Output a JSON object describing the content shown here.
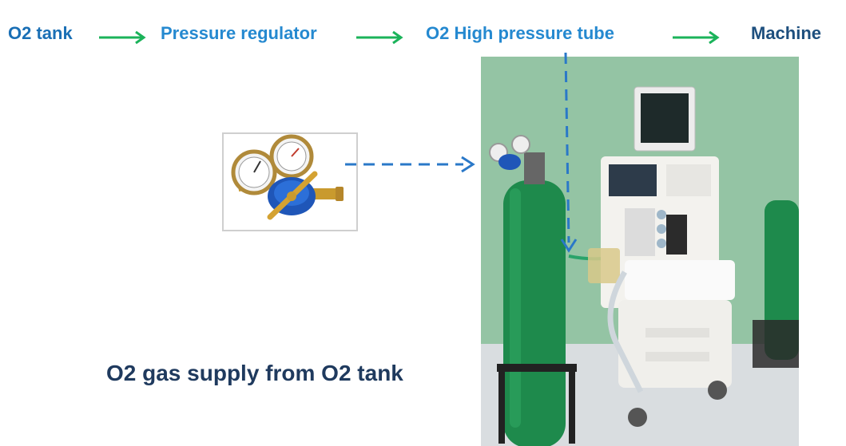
{
  "flow": {
    "steps": [
      {
        "label": "O2 tank"
      },
      {
        "label": "Pressure regulator"
      },
      {
        "label": "O2 High pressure tube"
      },
      {
        "label": "Machine"
      }
    ],
    "arrow_color": "#1bb35a",
    "dashed_arrow_color": "#2a78c8"
  },
  "caption": "O2 gas supply from O2 tank",
  "colors": {
    "step_primary": "#1a6fb5",
    "step_secondary": "#2589d0",
    "step_dark": "#1d4f7e",
    "caption": "#1f3a5e",
    "wall": "#8fbf9f",
    "tank_green": "#1e8a4c"
  },
  "images": {
    "regulator_photo": "pressure-regulator-photo",
    "machine_photo": "anesthesia-machine-photo"
  }
}
